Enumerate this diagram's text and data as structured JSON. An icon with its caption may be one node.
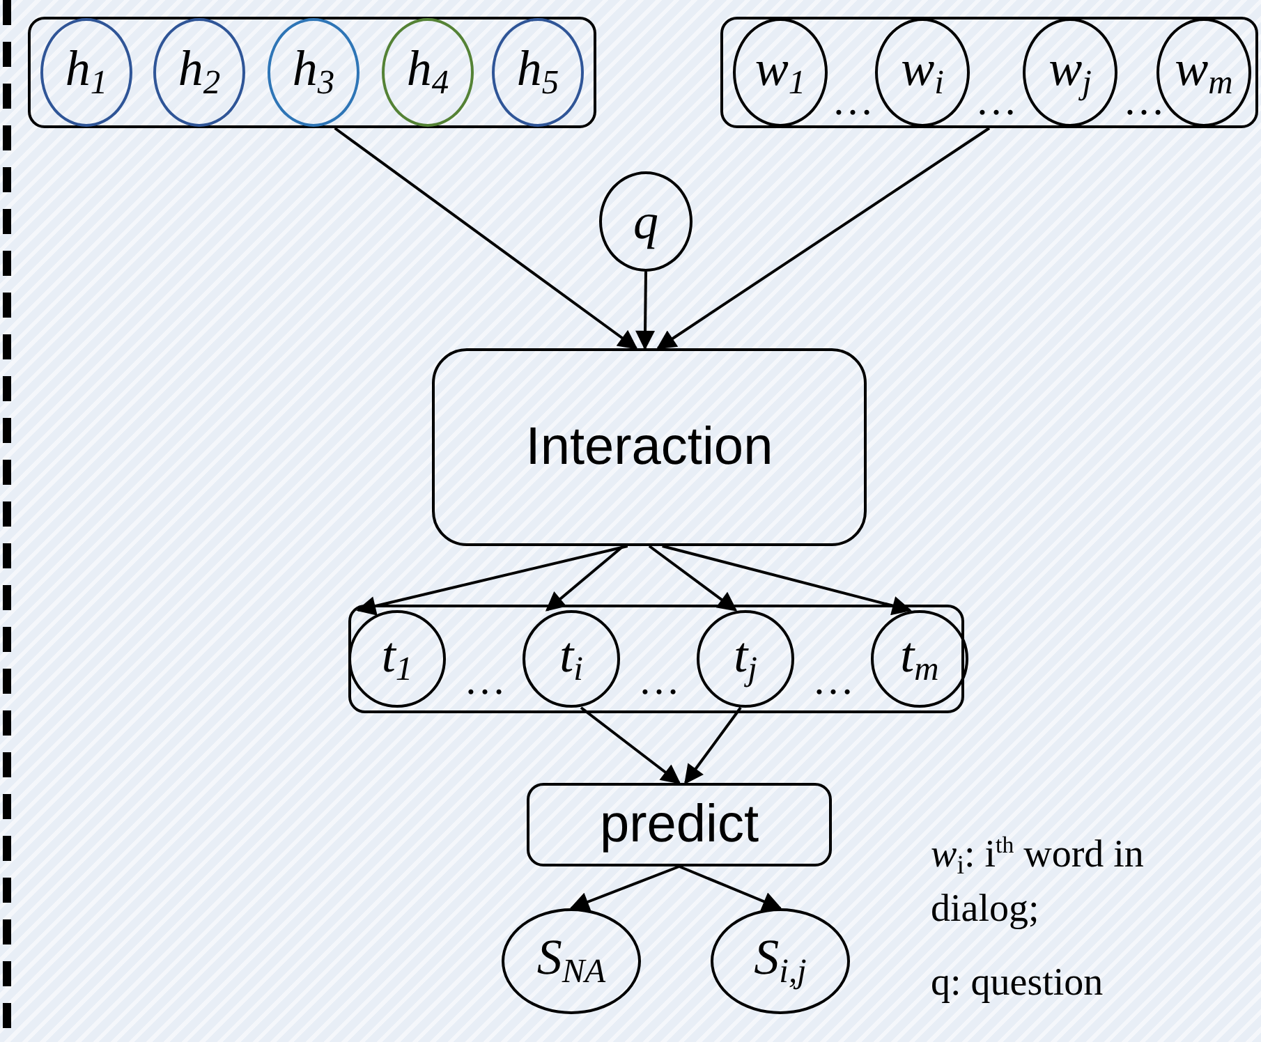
{
  "diagram": {
    "nodes": [
      {
        "text": [],
        "shape": "box"
      },
      {
        "text": [
          "h$_{1}$"
        ],
        "in": 0
      },
      {
        "text": [
          "h$_{2}$"
        ],
        "in": 0
      },
      {
        "text": [
          "h$_{3}$"
        ],
        "in": 0
      },
      {
        "text": [
          "h$_{4}$"
        ],
        "in": 0
      },
      {
        "text": [
          "h$_{5}$"
        ],
        "in": 0
      },
      {
        "text": [],
        "shape": "box"
      },
      {
        "text": [
          "w$_{1}$"
        ],
        "in": 6
      },
      {
        "text": [
          "w$_{i}$"
        ],
        "in": 6
      },
      {
        "text": [
          "w$_{j}$"
        ],
        "in": 6
      },
      {
        "text": [
          "w$_{m}$"
        ],
        "in": 6
      },
      {
        "text": [
          "q"
        ]
      },
      {
        "text": [
          "Interaction"
        ]
      },
      {
        "text": [],
        "shape": "box"
      },
      {
        "text": [
          "t$_{1}$"
        ],
        "in": 13
      },
      {
        "text": [
          "t$_{i}$"
        ],
        "in": 13
      },
      {
        "text": [
          "t$_{j}$"
        ],
        "in": 13
      },
      {
        "text": [
          "t$_{m}$"
        ],
        "in": 13
      },
      {
        "text": [
          "predict"
        ]
      },
      {
        "text": [
          "S$_{NA}$"
        ]
      },
      {
        "text": [
          "S$_{i,j}$"
        ]
      }
    ],
    "edges": [
      {
        "from": 0,
        "to": 12,
        "arrow": "to"
      },
      {
        "from": 6,
        "to": 12,
        "arrow": "to"
      },
      {
        "from": 11,
        "to": 12,
        "arrow": "to"
      },
      {
        "from": 12,
        "to": 14,
        "arrow": "to"
      },
      {
        "from": 12,
        "to": 15,
        "arrow": "to"
      },
      {
        "from": 12,
        "to": 16,
        "arrow": "to"
      },
      {
        "from": 12,
        "to": 17,
        "arrow": "to"
      },
      {
        "from": 15,
        "to": 18,
        "arrow": "to"
      },
      {
        "from": 16,
        "to": 18,
        "arrow": "to"
      },
      {
        "from": 18,
        "to": 19,
        "arrow": "to"
      },
      {
        "from": 18,
        "to": 20,
        "arrow": "to"
      }
    ],
    "labels": [
      "…",
      "…",
      "…",
      "…",
      "…",
      "…",
      "*w*$_{i}$: i$^{th}$ word in dialog;",
      "q: question"
    ]
  }
}
